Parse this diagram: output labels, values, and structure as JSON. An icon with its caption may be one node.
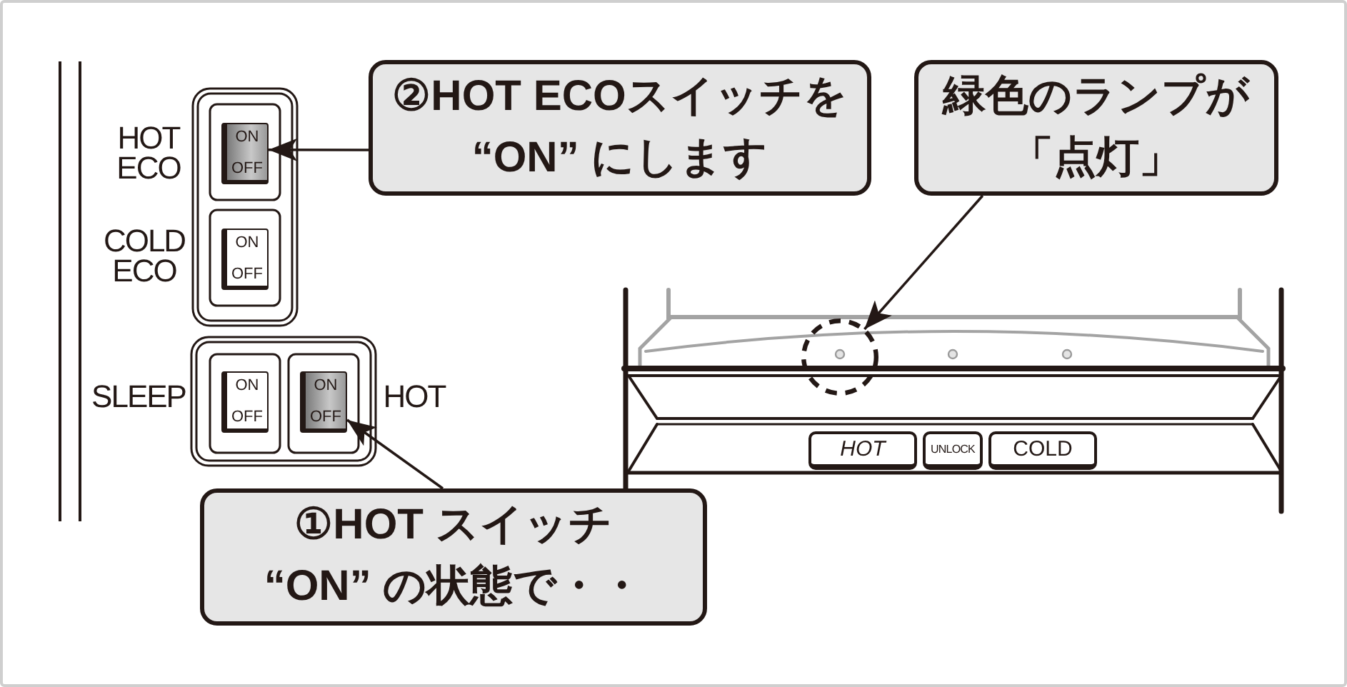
{
  "diagram": {
    "nodes": [
      {
        "text": [
          "②HOT ECOスイッチを “ON” にします"
        ]
      },
      {
        "text": [
          "緑色のランプが「点灯」"
        ]
      },
      {
        "text": [
          "ON",
          "OFF"
        ],
        "beside": [
          "HOT ECO"
        ]
      },
      {
        "text": [
          "ON",
          "OFF"
        ],
        "beside": [
          "COLD ECO"
        ]
      },
      {
        "text": [],
        "shape": "circle"
      },
      {
        "text": [
          "ON",
          "OFF"
        ],
        "beside": [
          "SLEEP"
        ]
      },
      {
        "text": [
          "ON",
          "OFF"
        ],
        "beside": [
          "HOT"
        ]
      },
      {
        "text": [
          "HOT"
        ]
      },
      {
        "text": [
          "UNLOCK"
        ]
      },
      {
        "text": [
          "COLD"
        ]
      },
      {
        "text": [
          "①HOT スイッチ “ON” の状態で・・"
        ]
      }
    ],
    "edges": [
      {
        "from": 0,
        "to": 2,
        "arrow": "to"
      },
      {
        "from": 1,
        "to": 4,
        "arrow": "to"
      },
      {
        "from": 10,
        "to": 6,
        "arrow": "to"
      }
    ]
  }
}
